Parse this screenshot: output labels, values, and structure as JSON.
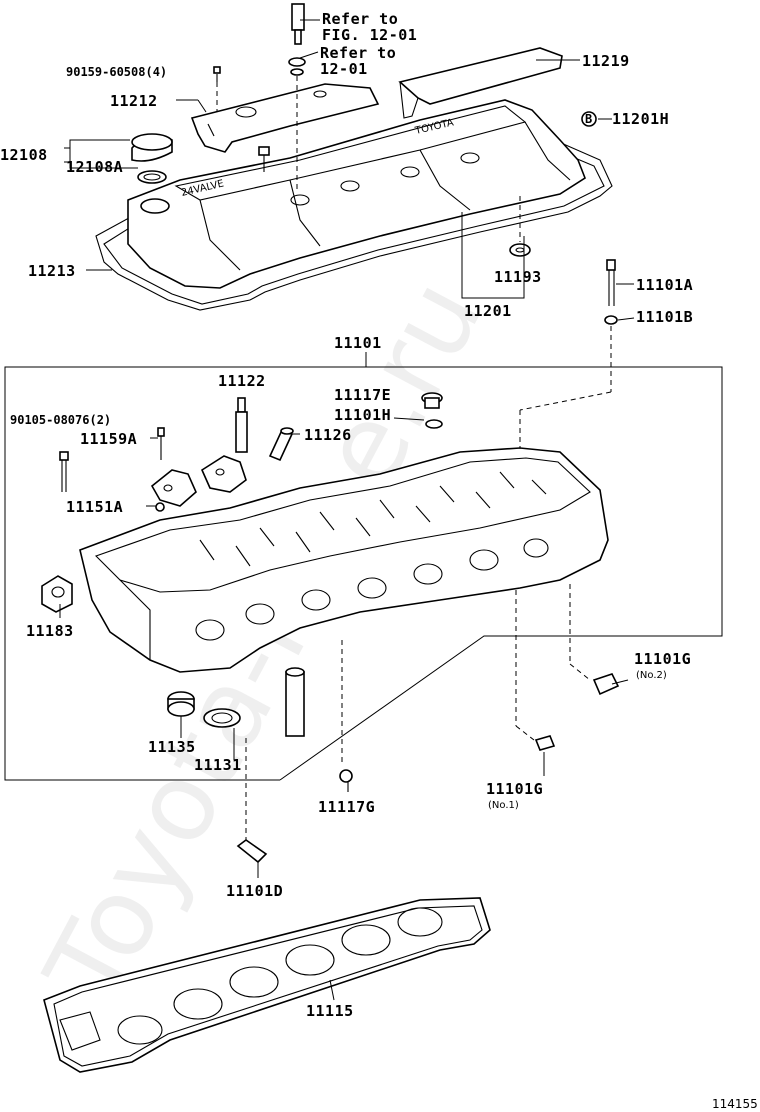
{
  "watermark": "Toyota-Mine.ru",
  "figure_number": "114155",
  "refer_to_1": {
    "line1": "Refer to",
    "line2": "FIG. 12-01"
  },
  "refer_to_2": {
    "line1": "Refer to",
    "line2": "12-01"
  },
  "labels": {
    "p90159": "90159-60508(4)",
    "p11212": "11212",
    "p11219": "11219",
    "p11201H": "11201H",
    "p11201H_marker": "B",
    "p12108": "12108",
    "p12108A": "12108A",
    "p11213": "11213",
    "p11193": "11193",
    "p11201": "11201",
    "p11101A": "11101A",
    "p11101B": "11101B",
    "p11101": "11101",
    "p11122": "11122",
    "p11117E": "11117E",
    "p11101H": "11101H",
    "p90105": "90105-08076(2)",
    "p11159A": "11159A",
    "p11126": "11126",
    "p11151A": "11151A",
    "p11183": "11183",
    "p11101G_no2": "11101G",
    "p11101G_no2_sub": "(No.2)",
    "p11135": "11135",
    "p11131": "11131",
    "p11117G": "11117G",
    "p11101G_no1": "11101G",
    "p11101G_no1_sub": "(No.1)",
    "p11101D": "11101D",
    "p11115": "11115"
  }
}
